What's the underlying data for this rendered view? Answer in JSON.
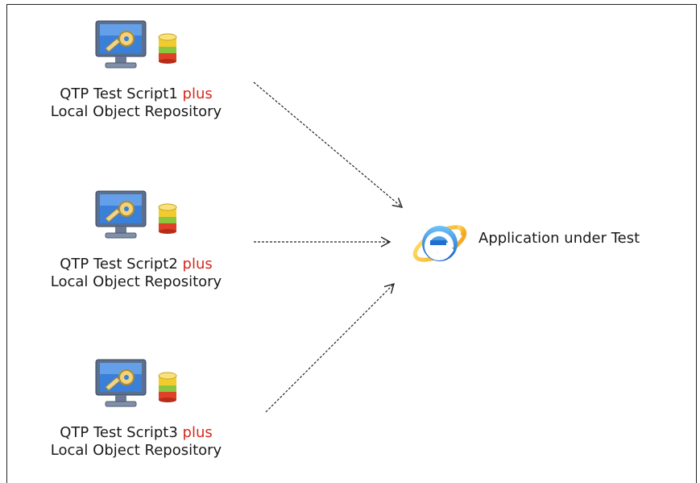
{
  "scripts": [
    {
      "name": "QTP Test Script1",
      "conjunction": "plus",
      "repository": "Local Object Repository",
      "icons": [
        "monitor-gear-icon",
        "database-icon"
      ]
    },
    {
      "name": "QTP Test Script2",
      "conjunction": "plus",
      "repository": "Local Object Repository",
      "icons": [
        "monitor-gear-icon",
        "database-icon"
      ]
    },
    {
      "name": "QTP Test Script3",
      "conjunction": "plus",
      "repository": "Local Object Repository",
      "icons": [
        "monitor-gear-icon",
        "database-icon"
      ]
    }
  ],
  "target": {
    "label": "Application under Test",
    "icon": "internet-explorer-icon"
  },
  "colors": {
    "conjunction": "#d42a1e",
    "arrow": "#222222",
    "text": "#1a1a1a"
  }
}
